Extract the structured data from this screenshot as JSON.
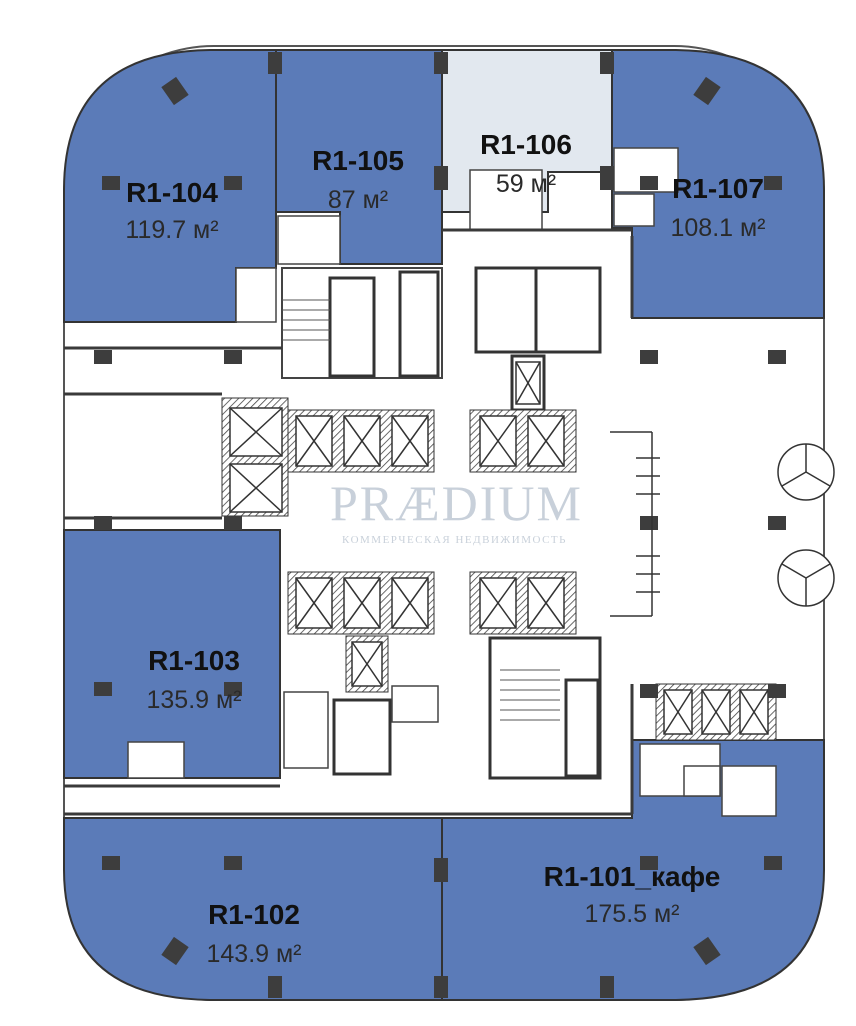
{
  "colors": {
    "leased": "#5b7bb8",
    "available": "#e2e8ef",
    "wall": "#3a3a3a",
    "column": "#3d3d3d",
    "corridor": "#ffffff",
    "watermark": "#c3ccd6"
  },
  "watermark": {
    "brand": "PRÆDIUM",
    "tagline": "КОММЕРЧЕСКАЯ НЕДВИЖИМОСТЬ"
  },
  "units": [
    {
      "id": "R1-104",
      "name": "R1-104",
      "area": "119.7 м²",
      "status": "leased"
    },
    {
      "id": "R1-105",
      "name": "R1-105",
      "area": "87 м²",
      "status": "leased"
    },
    {
      "id": "R1-106",
      "name": "R1-106",
      "area": "59 м²",
      "status": "available"
    },
    {
      "id": "R1-107",
      "name": "R1-107",
      "area": "108.1 м²",
      "status": "leased"
    },
    {
      "id": "R1-103",
      "name": "R1-103",
      "area": "135.9 м²",
      "status": "leased"
    },
    {
      "id": "R1-102",
      "name": "R1-102",
      "area": "143.9 м²",
      "status": "leased"
    },
    {
      "id": "R1-101",
      "name": "R1-101_кафе",
      "area": "175.5 м²",
      "status": "leased"
    }
  ]
}
